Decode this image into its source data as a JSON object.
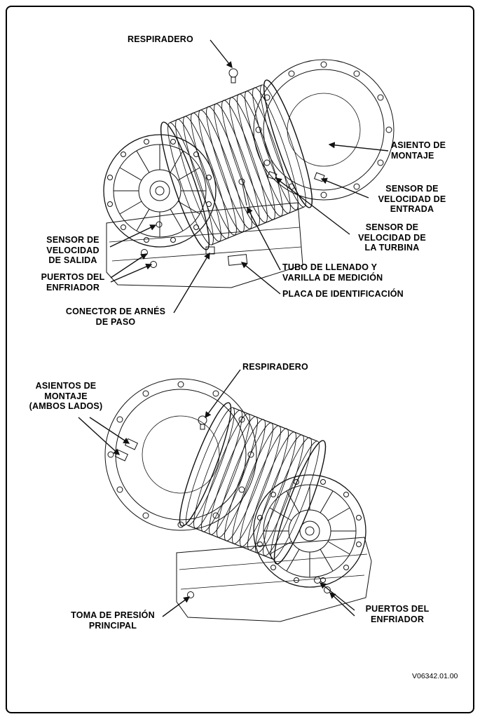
{
  "figure_code": "V06342.01.00",
  "colors": {
    "ink": "#111111",
    "paper": "#ffffff"
  },
  "top_view": {
    "labels": {
      "respiradero": "RESPIRADERO",
      "asiento_de_montaje": "ASIENTO DE\nMONTAJE",
      "sensor_velocidad_entrada": "SENSOR DE\nVELOCIDAD DE\nENTRADA",
      "sensor_velocidad_turbina": "SENSOR DE\nVELOCIDAD DE\nLA TURBINA",
      "tubo_llenado_varilla": "TUBO DE LLENADO Y\nVARILLA DE MEDICIÓN",
      "placa_identificacion": "PLACA DE IDENTIFICACIÓN",
      "sensor_velocidad_salida": "SENSOR DE\nVELOCIDAD\nDE SALIDA",
      "puertos_enfriador": "PUERTOS DEL\nENFRIADOR",
      "conector_arnes_paso": "CONECTOR DE ARNÉS\nDE PASO"
    }
  },
  "bottom_view": {
    "labels": {
      "respiradero": "RESPIRADERO",
      "asientos_montaje": "ASIENTOS DE\nMONTAJE\n(AMBOS LADOS)",
      "toma_presion_principal": "TOMA DE PRESIÓN\nPRINCIPAL",
      "puertos_enfriador": "PUERTOS DEL\nENFRIADOR"
    }
  }
}
